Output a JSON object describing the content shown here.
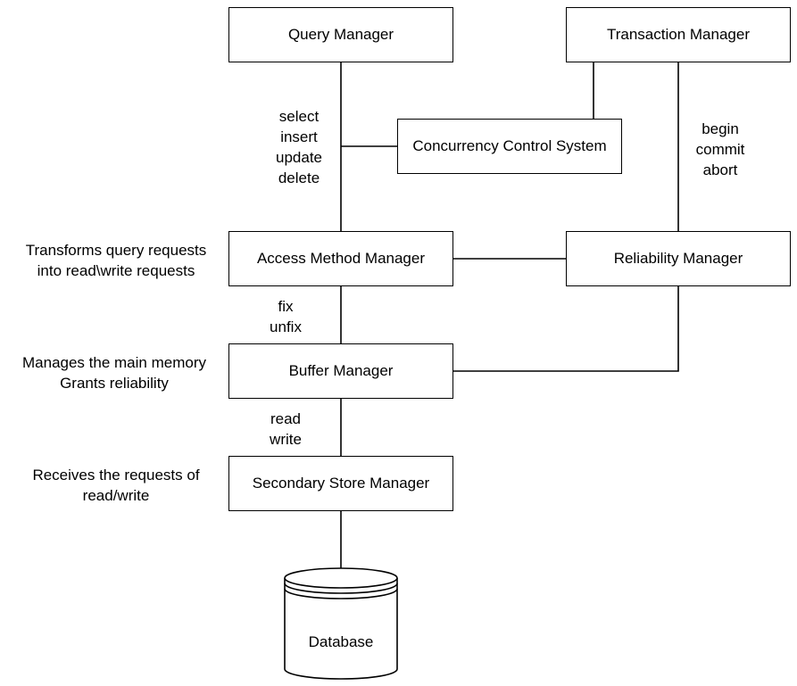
{
  "nodes": {
    "query_manager": "Query Manager",
    "transaction_manager": "Transaction Manager",
    "concurrency_control": "Concurrency Control System",
    "access_method_manager": "Access Method Manager",
    "reliability_manager": "Reliability Manager",
    "buffer_manager": "Buffer Manager",
    "secondary_store_manager": "Secondary Store Manager",
    "database": "Database"
  },
  "edge_labels": {
    "query_ops": [
      "select",
      "insert",
      "update",
      "delete"
    ],
    "transaction_ops": [
      "begin",
      "commit",
      "abort"
    ],
    "buffer_ops": [
      "fix",
      "unfix"
    ],
    "io_ops": [
      "read",
      "write"
    ]
  },
  "annotations": {
    "access_method": [
      "Transforms query requests",
      "into read\\write requests"
    ],
    "buffer": [
      "Manages the main memory",
      "Grants reliability"
    ],
    "secondary_store": [
      "Receives the requests of",
      "read/write"
    ]
  }
}
